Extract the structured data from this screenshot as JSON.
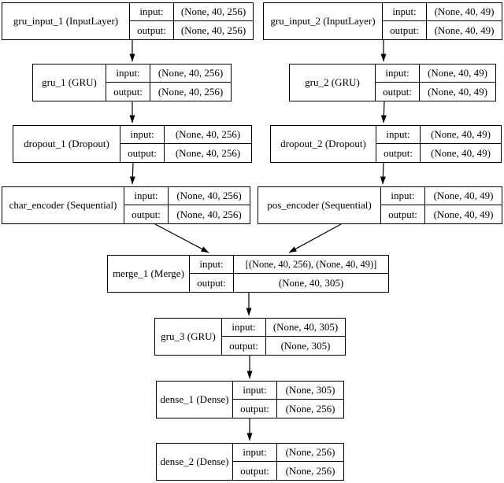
{
  "diagram": {
    "kind": "keras-model-architecture",
    "keys": {
      "input": "input:",
      "output": "output:"
    },
    "colors": {
      "border": "#000000",
      "background": "#ffffff",
      "text": "#000000"
    },
    "nodes": [
      {
        "id": "gru_input_1",
        "label": "gru_input_1 (InputLayer)",
        "input_shape": "(None, 40, 256)",
        "output_shape": "(None, 40, 256)"
      },
      {
        "id": "gru_input_2",
        "label": "gru_input_2 (InputLayer)",
        "input_shape": "(None, 40, 49)",
        "output_shape": "(None, 40, 49)"
      },
      {
        "id": "gru_1",
        "label": "gru_1 (GRU)",
        "input_shape": "(None, 40, 256)",
        "output_shape": "(None, 40, 256)"
      },
      {
        "id": "gru_2",
        "label": "gru_2 (GRU)",
        "input_shape": "(None, 40, 49)",
        "output_shape": "(None, 40, 49)"
      },
      {
        "id": "dropout_1",
        "label": "dropout_1 (Dropout)",
        "input_shape": "(None, 40, 256)",
        "output_shape": "(None, 40, 256)"
      },
      {
        "id": "dropout_2",
        "label": "dropout_2 (Dropout)",
        "input_shape": "(None, 40, 49)",
        "output_shape": "(None, 40, 49)"
      },
      {
        "id": "char_encoder",
        "label": "char_encoder (Sequential)",
        "input_shape": "(None, 40, 256)",
        "output_shape": "(None, 40, 256)"
      },
      {
        "id": "pos_encoder",
        "label": "pos_encoder (Sequential)",
        "input_shape": "(None, 40, 49)",
        "output_shape": "(None, 40, 49)"
      },
      {
        "id": "merge_1",
        "label": "merge_1 (Merge)",
        "input_shape": "[(None, 40, 256), (None, 40, 49)]",
        "output_shape": "(None, 40, 305)"
      },
      {
        "id": "gru_3",
        "label": "gru_3 (GRU)",
        "input_shape": "(None, 40, 305)",
        "output_shape": "(None, 305)"
      },
      {
        "id": "dense_1",
        "label": "dense_1 (Dense)",
        "input_shape": "(None, 305)",
        "output_shape": "(None, 256)"
      },
      {
        "id": "dense_2",
        "label": "dense_2 (Dense)",
        "input_shape": "(None, 256)",
        "output_shape": "(None, 256)"
      }
    ],
    "edges": [
      {
        "from": "gru_input_1",
        "to": "gru_1"
      },
      {
        "from": "gru_input_2",
        "to": "gru_2"
      },
      {
        "from": "gru_1",
        "to": "dropout_1"
      },
      {
        "from": "gru_2",
        "to": "dropout_2"
      },
      {
        "from": "dropout_1",
        "to": "char_encoder"
      },
      {
        "from": "dropout_2",
        "to": "pos_encoder"
      },
      {
        "from": "char_encoder",
        "to": "merge_1"
      },
      {
        "from": "pos_encoder",
        "to": "merge_1"
      },
      {
        "from": "merge_1",
        "to": "gru_3"
      },
      {
        "from": "gru_3",
        "to": "dense_1"
      },
      {
        "from": "dense_1",
        "to": "dense_2"
      }
    ]
  }
}
